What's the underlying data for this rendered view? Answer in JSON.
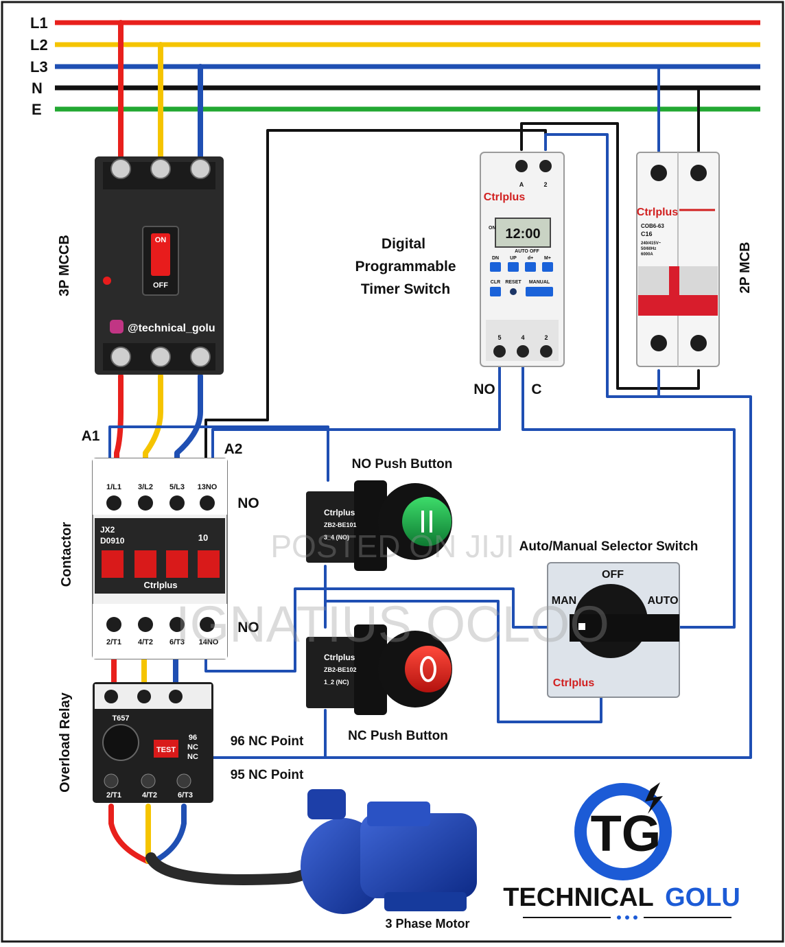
{
  "buses": {
    "l1": {
      "label": "L1",
      "color": "#e8201c"
    },
    "l2": {
      "label": "L2",
      "color": "#f5c400"
    },
    "l3": {
      "label": "L3",
      "color": "#1f4fb3"
    },
    "n": {
      "label": "N",
      "color": "#111111"
    },
    "e": {
      "label": "E",
      "color": "#22a832"
    }
  },
  "devices": {
    "mccb": {
      "label": "3P MCCB",
      "on_text": "ON",
      "off_text": "OFF",
      "handle": "@technical_golu"
    },
    "timer": {
      "title_line1": "Digital",
      "title_line2": "Programmable",
      "title_line3": "Timer Switch",
      "brand": "Ctrlplus",
      "display": "12:00",
      "on_text": "ON",
      "mode_text": "AUTO  OFF",
      "btn_dn": "DN",
      "btn_up": "UP",
      "btn_d": "d+",
      "btn_m": "M+",
      "btn_clr": "CLR",
      "btn_reset": "RESET",
      "btn_manual": "MANUAL",
      "top_a": "A",
      "top_2": "2",
      "bot_5": "5",
      "bot_4": "4",
      "bot_2": "2",
      "no_label": "NO",
      "c_label": "C"
    },
    "mcb": {
      "label": "2P MCB",
      "brand": "Ctrlplus",
      "model": "COB6-63",
      "rating": "C16",
      "spec1": "240/415V~",
      "spec2": "50/60Hz",
      "spec3": "6000A"
    },
    "contactor": {
      "label": "Contactor",
      "a1": "A1",
      "a2": "A2",
      "t_l1": "1/L1",
      "t_l2": "3/L2",
      "t_l3": "5/L3",
      "t_13": "13NO",
      "model1": "JX2",
      "model2": "D0910",
      "rating": "10",
      "brand": "Ctrlplus",
      "b_t1": "2/T1",
      "b_t2": "4/T2",
      "b_t3": "6/T3",
      "b_14": "14NO",
      "no_top": "NO",
      "no_bottom": "NO"
    },
    "no_button": {
      "label": "NO Push Button",
      "brand": "Ctrlplus",
      "model": "ZB2-BE101",
      "contacts": "3_4 (NO)"
    },
    "nc_button": {
      "label": "NC Push Button",
      "brand": "Ctrlplus",
      "model": "ZB2-BE102",
      "contacts": "1_2 (NC)"
    },
    "selector": {
      "label": "Auto/Manual Selector Switch",
      "off": "OFF",
      "man": "MAN",
      "auto": "AUTO",
      "brand": "Ctrlplus"
    },
    "overload": {
      "label": "Overload Relay",
      "model": "T657",
      "test": "TEST",
      "t96": "96",
      "nc1": "NC",
      "nc2": "NC",
      "b_t1": "2/T1",
      "b_t2": "4/T2",
      "b_t3": "6/T3",
      "p96": "96 NC Point",
      "p95": "95 NC Point"
    },
    "motor": {
      "label": "3 Phase Motor"
    }
  },
  "logo": {
    "letters": "TG",
    "name1": "TECHNICAL",
    "name2": "GOLU"
  },
  "watermarks": {
    "w1": "POSTED ON JIJI",
    "w2": "IGNATIUS OCLOO"
  },
  "colors": {
    "l1": "#e8201c",
    "l2": "#f5c400",
    "l3": "#1f4fb3",
    "neutral": "#111111",
    "earth": "#22a832",
    "control": "#1f4fb3"
  }
}
